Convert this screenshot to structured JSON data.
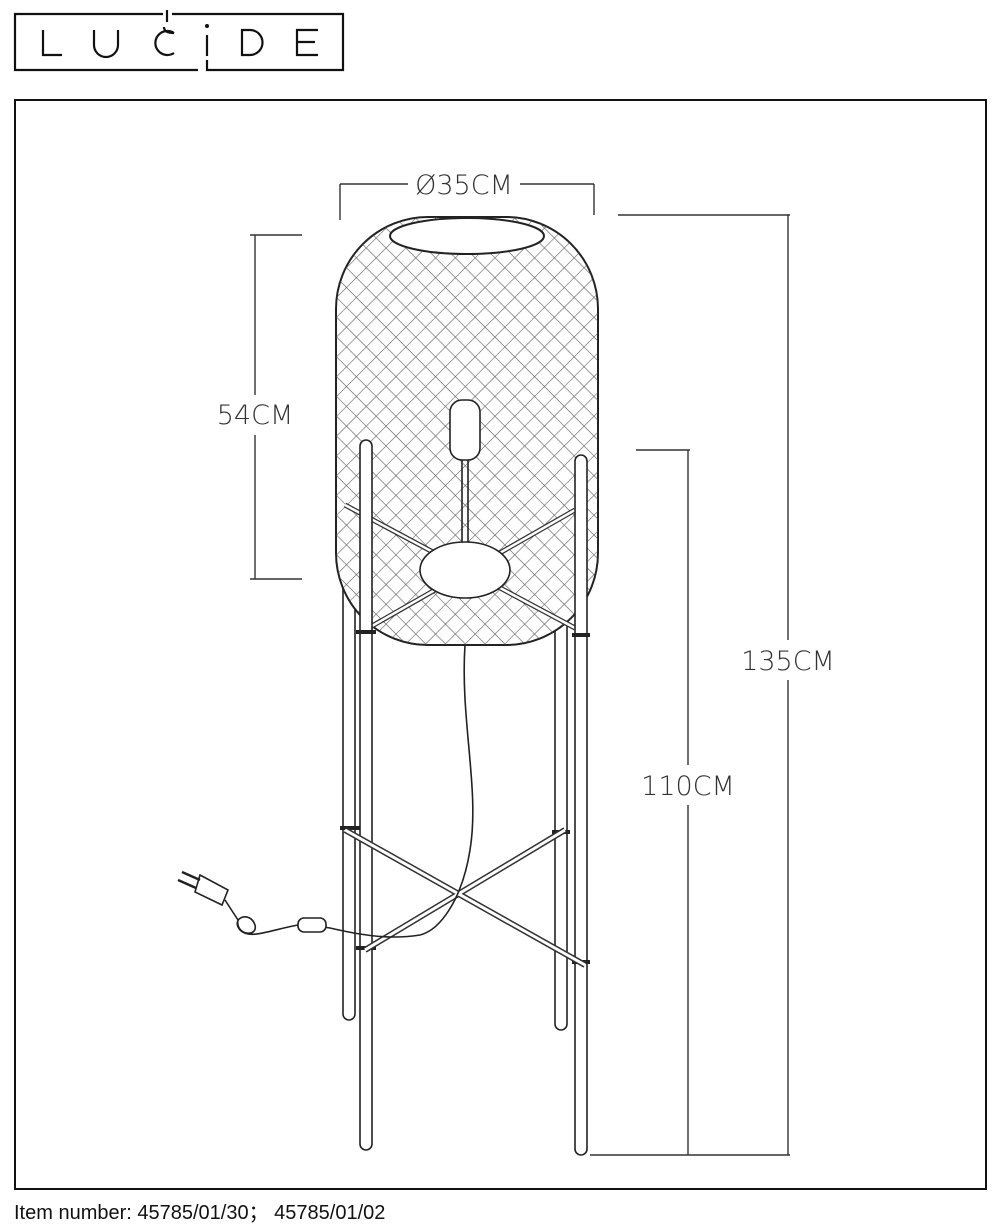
{
  "logo": {
    "text": "LUCIDE"
  },
  "dimensions": {
    "diameter": "Ø35CM",
    "shade_height": "54CM",
    "total_height": "135CM",
    "leg_height": "110CM"
  },
  "footer": {
    "item_number": "Item number: 45785/01/30；  45785/01/02"
  },
  "colors": {
    "line": "#222222",
    "background": "#ffffff"
  }
}
